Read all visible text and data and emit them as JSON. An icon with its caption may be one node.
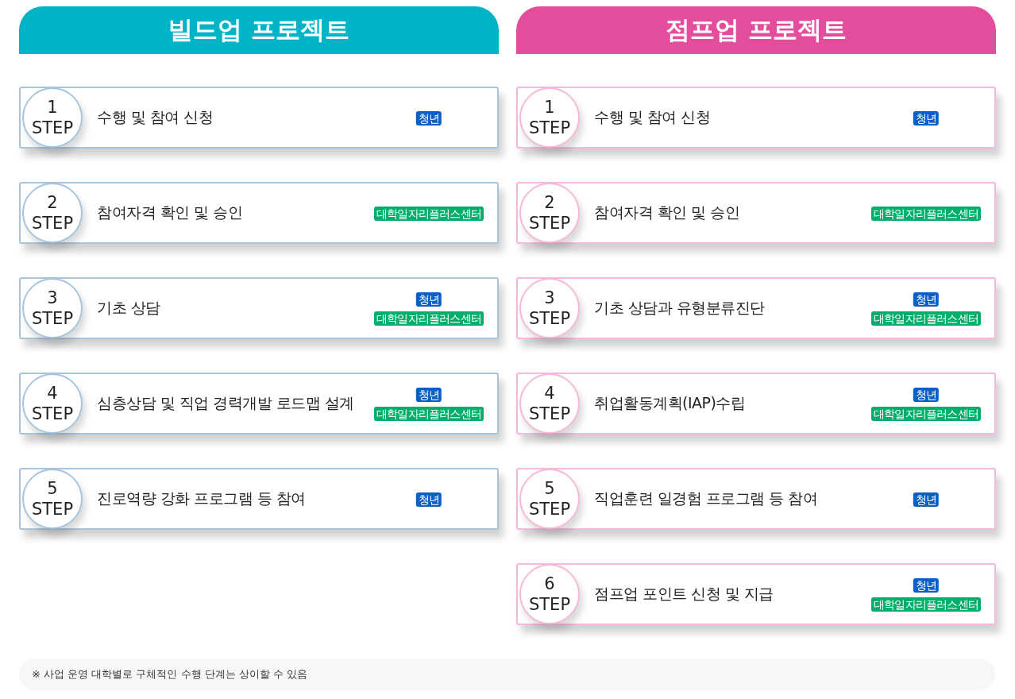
{
  "diagram": {
    "nodes": [
      {
        "text": [
          "빌드업 프로젝트"
        ]
      },
      {
        "text": [
          "수행 및 참여 신청"
        ]
      },
      {
        "text": [
          "1 STEP"
        ],
        "in": 1
      },
      {
        "text": [
          "청년"
        ],
        "in": 1
      },
      {
        "text": [
          "참여자격 확인 및 승인"
        ]
      },
      {
        "text": [
          "2 STEP"
        ],
        "in": 4
      },
      {
        "text": [
          "대학일자리플러스센터"
        ],
        "in": 4
      },
      {
        "text": [
          "기초 상담"
        ]
      },
      {
        "text": [
          "3 STEP"
        ],
        "in": 7
      },
      {
        "text": [
          "청년"
        ],
        "in": 7
      },
      {
        "text": [
          "대학일자리플러스센터"
        ],
        "in": 7
      },
      {
        "text": [
          "심층상담 및 직업 경력개발 로드맵 설계"
        ]
      },
      {
        "text": [
          "4 STEP"
        ],
        "in": 11
      },
      {
        "text": [
          "청년"
        ],
        "in": 11
      },
      {
        "text": [
          "대학일자리플러스센터"
        ],
        "in": 11
      },
      {
        "text": [
          "진로역량 강화 프로그램 등 참여"
        ]
      },
      {
        "text": [
          "5 STEP"
        ],
        "in": 15
      },
      {
        "text": [
          "청년"
        ],
        "in": 15
      },
      {
        "text": [
          "점프업 프로젝트"
        ]
      },
      {
        "text": [
          "수행 및 참여 신청"
        ]
      },
      {
        "text": [
          "1 STEP"
        ],
        "in": 19
      },
      {
        "text": [
          "청년"
        ],
        "in": 19
      },
      {
        "text": [
          "참여자격 확인 및 승인"
        ]
      },
      {
        "text": [
          "2 STEP"
        ],
        "in": 22
      },
      {
        "text": [
          "대학일자리플러스센터"
        ],
        "in": 22
      },
      {
        "text": [
          "기초 상담과 유형분류진단"
        ]
      },
      {
        "text": [
          "3 STEP"
        ],
        "in": 25
      },
      {
        "text": [
          "청년"
        ],
        "in": 25
      },
      {
        "text": [
          "대학일자리플러스센터"
        ],
        "in": 25
      },
      {
        "text": [
          "취업활동계획(IAP)수립"
        ]
      },
      {
        "text": [
          "4 STEP"
        ],
        "in": 29
      },
      {
        "text": [
          "청년"
        ],
        "in": 29
      },
      {
        "text": [
          "대학일자리플러스센터"
        ],
        "in": 29
      },
      {
        "text": [
          "직업훈련 일경험 프로그램 등 참여"
        ]
      },
      {
        "text": [
          "5 STEP"
        ],
        "in": 33
      },
      {
        "text": [
          "청년"
        ],
        "in": 33
      },
      {
        "text": [
          "점프업 포인트 신청 및 지급"
        ]
      },
      {
        "text": [
          "6 STEP"
        ],
        "in": 36
      },
      {
        "text": [
          "청년"
        ],
        "in": 36
      },
      {
        "text": [
          "대학일자리플러스센터"
        ],
        "in": 36
      },
      {
        "text": [
          "※ 사업 운영 대학별로 구체적인 수행 단계는 상이할 수 있음"
        ]
      }
    ]
  }
}
